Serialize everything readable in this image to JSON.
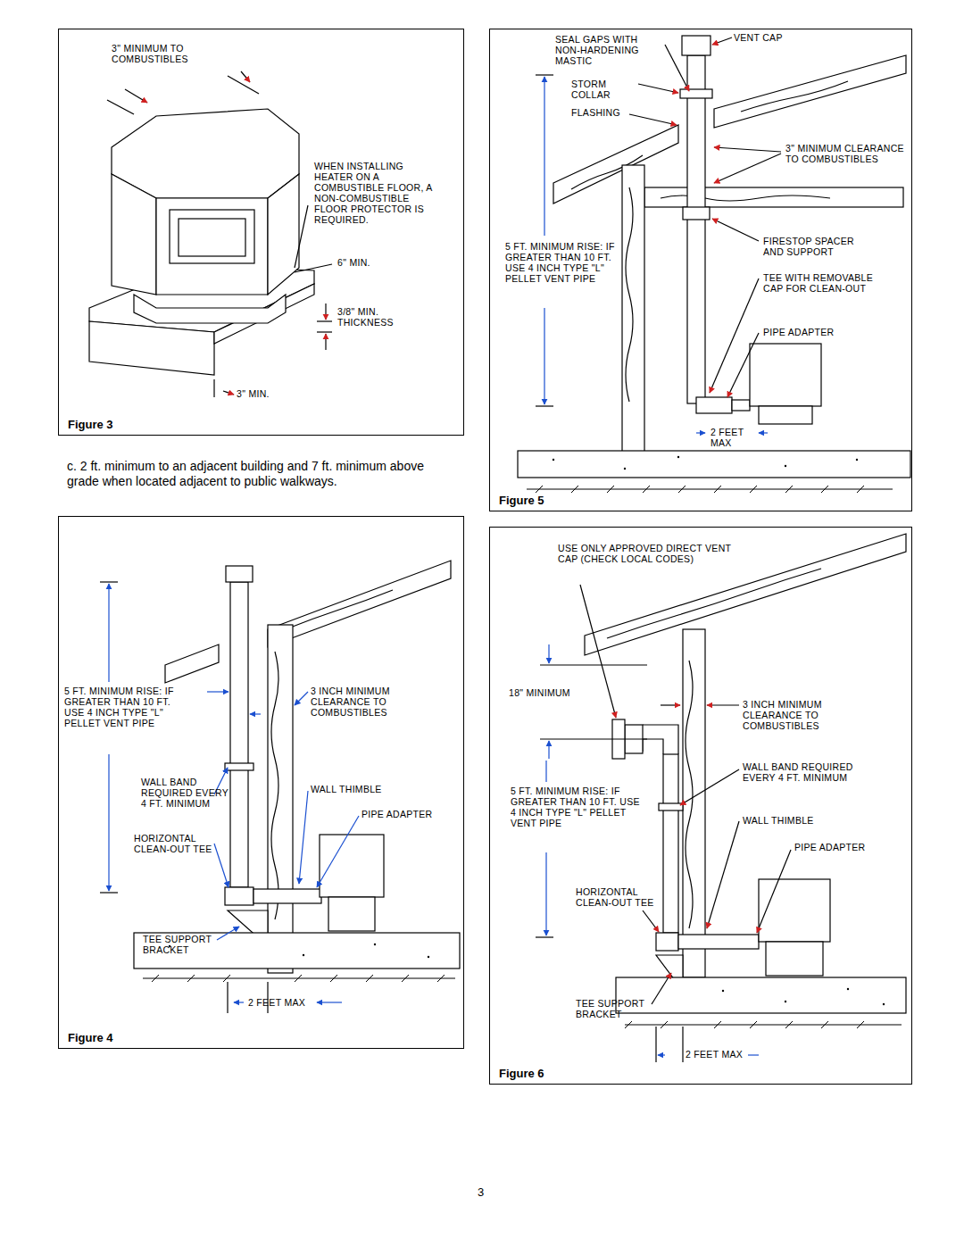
{
  "diagram": {
    "nodes": [
      {
        "text": [
          "Figure 3"
        ]
      },
      {
        "text": [
          "Figure 4"
        ]
      },
      {
        "text": [
          "Figure 5"
        ]
      },
      {
        "text": [
          "Figure 6"
        ]
      }
    ],
    "labels": [
      "c. 2 ft. minimum to an adjacent building and 7 ft. minimum above grade when located adjacent to public walkways.",
      "3\" MINIMUM TO COMBUSTIBLES",
      "WHEN INSTALLING HEATER ON A COMBUSTIBLE FLOOR, A NON-COMBUSTIBLE FLOOR PROTECTOR IS REQUIRED.",
      "6\" MIN.",
      "3/8\" MIN. THICKNESS",
      "3\" MIN.",
      "SEAL GAPS WITH NON-HARDENING MASTIC",
      "VENT CAP",
      "STORM COLLAR",
      "FLASHING",
      "3\" MINIMUM CLEARANCE TO COMBUSTIBLES",
      "FIRESTOP SPACER AND SUPPORT",
      "5 FT. MINIMUM RISE: IF GREATER THAN 10 FT. USE 4 INCH TYPE \"L\" PELLET VENT PIPE",
      "TEE WITH REMOVABLE CAP FOR CLEAN-OUT",
      "PIPE ADAPTER",
      "2 FEET MAX",
      "5 FT. MINIMUM RISE: IF GREATER THAN 10 FT. USE 4 INCH TYPE \"L\" PELLET VENT PIPE",
      "3 INCH MINIMUM CLEARANCE TO COMBUSTIBLES",
      "WALL BAND REQUIRED EVERY 4 FT. MINIMUM",
      "WALL THIMBLE",
      "PIPE ADAPTER",
      "HORIZONTAL CLEAN-OUT TEE",
      "TEE SUPPORT BRACKET",
      "2 FEET MAX",
      "USE ONLY APPROVED DIRECT VENT CAP (CHECK LOCAL CODES)",
      "18\" MINIMUM",
      "3 INCH MINIMUM CLEARANCE TO COMBUSTIBLES",
      "WALL BAND REQUIRED EVERY 4 FT. MINIMUM",
      "WALL THIMBLE",
      "5 FT. MINIMUM RISE: IF GREATER THAN 10 FT. USE 4 INCH TYPE \"L\" PELLET VENT PIPE",
      "PIPE ADAPTER",
      "HORIZONTAL CLEAN-OUT TEE",
      "TEE SUPPORT BRACKET",
      "2 FEET MAX",
      "3"
    ]
  }
}
